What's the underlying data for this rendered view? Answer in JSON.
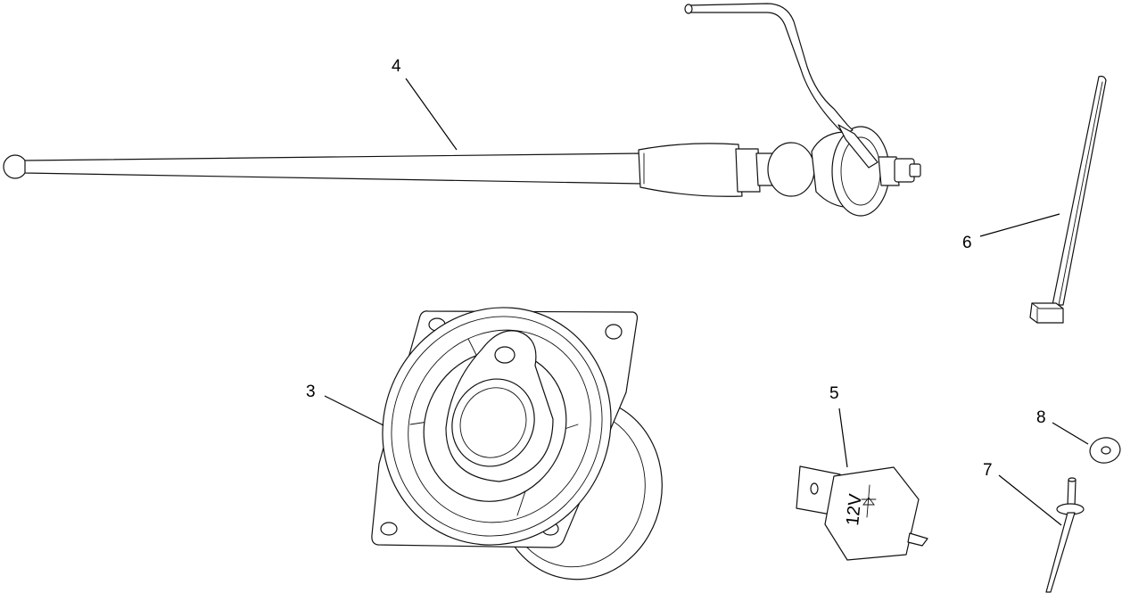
{
  "callouts": {
    "part_3": "3",
    "part_4": "4",
    "part_5": "5",
    "part_6": "6",
    "part_7": "7",
    "part_8": "8"
  },
  "relay_decal": {
    "voltage": "12V"
  }
}
